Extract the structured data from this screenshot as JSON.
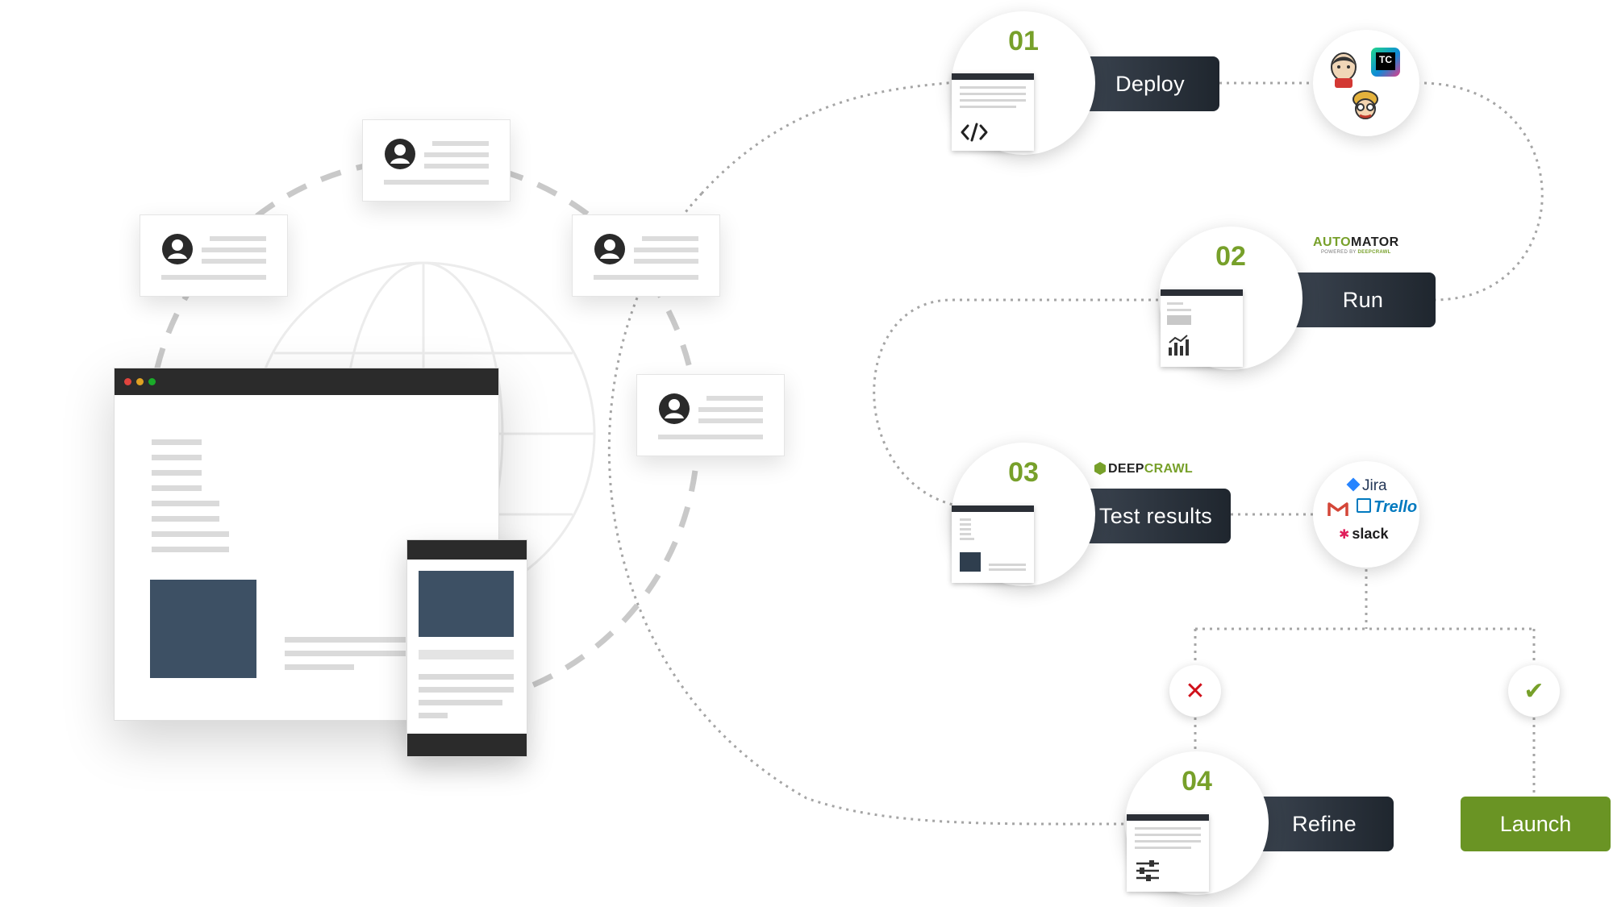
{
  "steps": [
    {
      "number": "01",
      "label": "Deploy"
    },
    {
      "number": "02",
      "label": "Run"
    },
    {
      "number": "03",
      "label": "Test results"
    },
    {
      "number": "04",
      "label": "Refine"
    }
  ],
  "launch_label": "Launch",
  "brands": {
    "automator_a": "AUTO",
    "automator_b": "MATOR",
    "automator_sub": "POWERED BY",
    "automator_sub2": "DEEPCRAWL",
    "deepcrawl_a": "DEEP",
    "deepcrawl_b": "CRAWL",
    "teamcity": "TC",
    "jira": "Jira",
    "trello": "Trello",
    "slack": "slack"
  },
  "icons": {
    "deploy": "code-icon",
    "run": "bar-chart-icon",
    "refine": "sliders-icon",
    "fail": "cross-icon",
    "pass": "check-icon",
    "user": "user-avatar-icon",
    "globe": "globe-icon"
  },
  "colors": {
    "accent_green": "#77a02a",
    "launch_green": "#6a9424",
    "pill_dark": "#262d35",
    "fail_red": "#d0101a",
    "block_blue": "#3d5064",
    "window_bar": "#2b2b2b"
  }
}
